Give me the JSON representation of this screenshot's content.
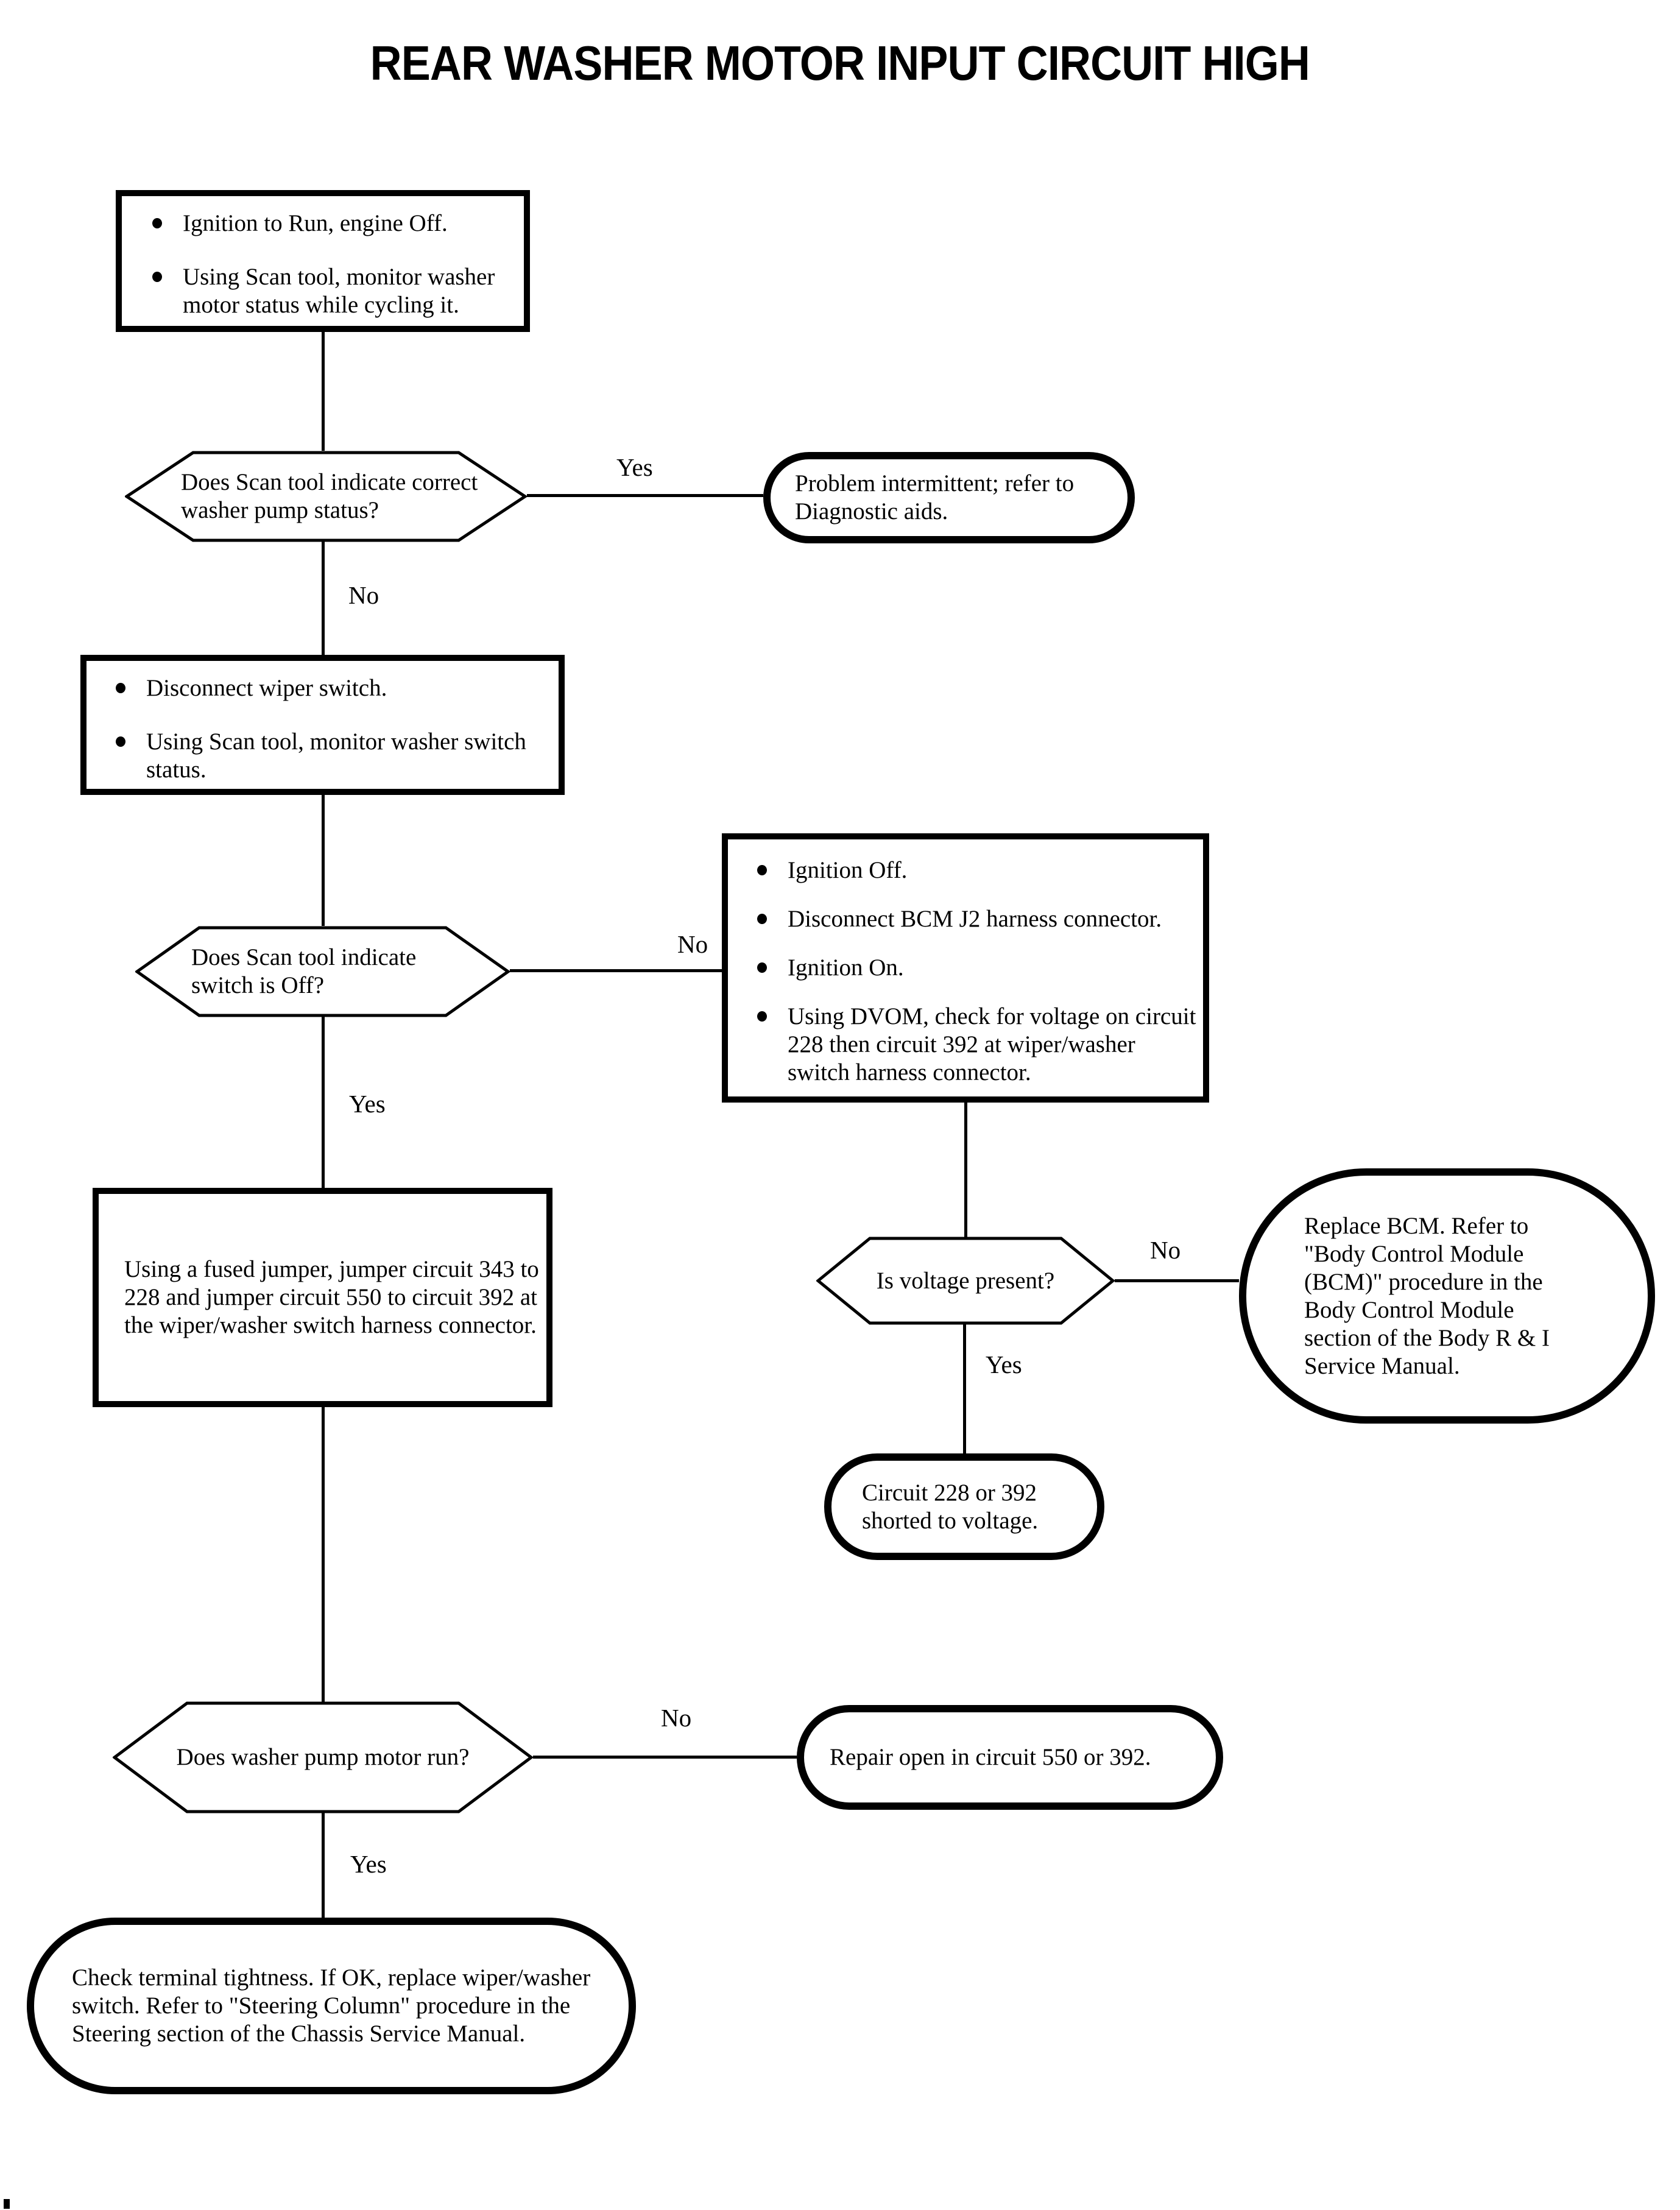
{
  "title": "REAR WASHER MOTOR INPUT CIRCUIT HIGH",
  "colors": {
    "line": "#000000",
    "background": "#ffffff",
    "text": "#000000"
  },
  "edges": {
    "pump_status_yes": "Yes",
    "pump_status_no": "No",
    "switch_off_no": "No",
    "switch_off_yes": "Yes",
    "voltage_present_no": "No",
    "voltage_present_yes": "Yes",
    "pump_run_no": "No",
    "pump_run_yes": "Yes"
  },
  "nodes": {
    "start": {
      "type": "process",
      "bullets": [
        "Ignition to Run, engine Off.",
        "Using Scan tool, monitor washer motor status while cycling it."
      ]
    },
    "decision_pump_status": {
      "type": "decision",
      "question": "Does Scan tool indicate correct washer pump status?"
    },
    "terminal_intermittent": {
      "type": "terminal",
      "text": "Problem intermittent; refer to Diagnostic aids."
    },
    "process_monitor_switch": {
      "type": "process",
      "bullets": [
        "Disconnect wiper switch.",
        "Using Scan tool, monitor washer switch status."
      ]
    },
    "decision_switch_off": {
      "type": "decision",
      "question": "Does Scan tool indicate switch is Off?"
    },
    "process_check_voltage": {
      "type": "process",
      "bullets": [
        "Ignition Off.",
        "Disconnect BCM J2 harness connector.",
        "Ignition On.",
        "Using DVOM, check for voltage on circuit 228 then circuit 392 at wiper/washer switch harness connector."
      ]
    },
    "process_fused_jumper": {
      "type": "process",
      "text": "Using a fused jumper, jumper circuit 343 to 228 and jumper circuit 550 to circuit 392 at the wiper/washer switch harness connector."
    },
    "decision_voltage_present": {
      "type": "decision",
      "question": "Is voltage present?"
    },
    "terminal_replace_bcm": {
      "type": "terminal",
      "text": "Replace BCM. Refer to \"Body Control Module (BCM)\" procedure in the Body Control Module section of the Body R & I Service Manual."
    },
    "terminal_short": {
      "type": "terminal",
      "text": "Circuit 228 or 392 shorted to voltage."
    },
    "decision_pump_run": {
      "type": "decision",
      "question": "Does washer pump motor run?"
    },
    "terminal_repair_open": {
      "type": "terminal",
      "text": "Repair open in circuit 550 or 392."
    },
    "terminal_check_tightness": {
      "type": "terminal",
      "text": "Check terminal tightness. If OK, replace wiper/washer switch. Refer to \"Steering Column\" procedure in the Steering section of the Chassis Service Manual."
    }
  }
}
